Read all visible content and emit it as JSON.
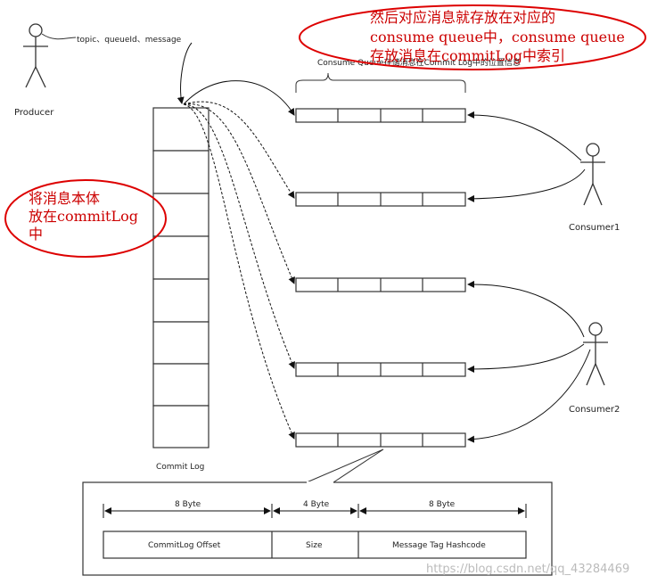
{
  "producer": {
    "label": "Producer",
    "message": "topic、queueId、message"
  },
  "commit_log": {
    "label": "Commit Log",
    "cells": 8
  },
  "consume_queue": {
    "label": "Consume Queue存储消息在Commit Log中的位置信息",
    "queues": 5,
    "cells_per_queue": 4
  },
  "consumers": [
    {
      "label": "Consumer1"
    },
    {
      "label": "Consumer2"
    }
  ],
  "annotations": {
    "left_note": [
      "将消息本体",
      "放在commitLog",
      "中"
    ],
    "top_note": [
      "然后对应消息就存放在对应的",
      "consume queue中，consume queue",
      "存放消息在commitLog中索引"
    ]
  },
  "entry_format": {
    "fields": [
      {
        "size": "8 Byte",
        "name": "CommitLog Offset"
      },
      {
        "size": "4 Byte",
        "name": "Size"
      },
      {
        "size": "8 Byte",
        "name": "Message Tag Hashcode"
      }
    ]
  },
  "watermark": "https://blog.csdn.net/qq_43284469"
}
